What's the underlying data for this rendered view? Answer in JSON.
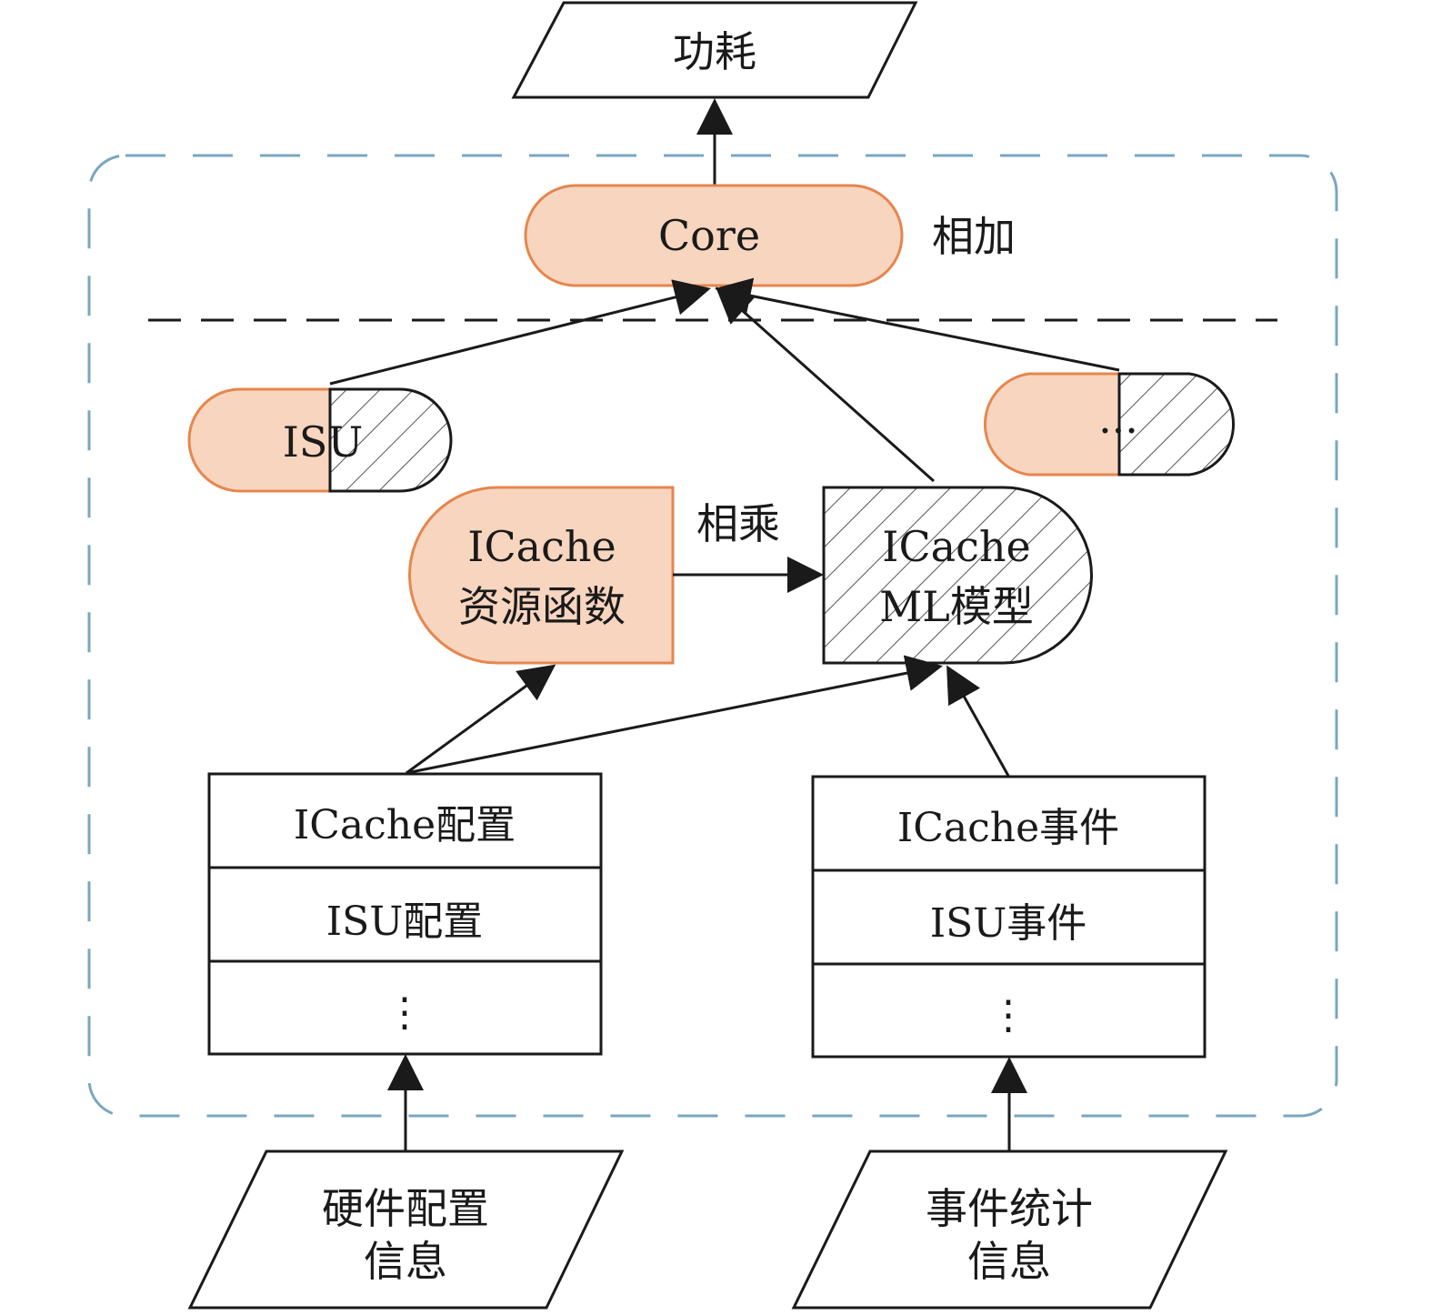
{
  "nodes": {
    "power_output": "功耗",
    "core": "Core",
    "sum_label": "相加",
    "isu_unit": "ISU",
    "other_unit": "...",
    "icache_resource": [
      "ICache",
      "资源函数"
    ],
    "multiply_label": "相乘",
    "icache_ml": [
      "ICache",
      "ML模型"
    ],
    "config_table": [
      "ICache配置",
      "ISU配置",
      "⋮"
    ],
    "event_table": [
      "ICache事件",
      "ISU事件",
      "⋮"
    ],
    "hw_config_input": [
      "硬件配置",
      "信息"
    ],
    "event_stats_input": [
      "事件统计",
      "信息"
    ]
  },
  "colors": {
    "orange_fill": "#f8d5bf",
    "orange_stroke": "#e5864e",
    "dash_border": "#7aa6bf",
    "line": "#1a1a1a"
  }
}
